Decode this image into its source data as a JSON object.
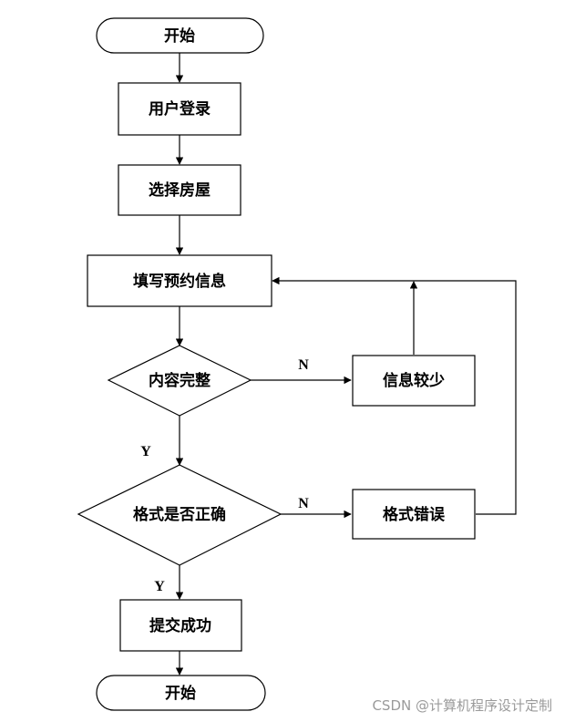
{
  "nodes": {
    "start": "开始",
    "login": "用户登录",
    "select_house": "选择房屋",
    "fill_info": "填写预约信息",
    "content_complete": "内容完整",
    "info_less": "信息较少",
    "format_correct": "格式是否正确",
    "format_error": "格式错误",
    "submit_success": "提交成功",
    "end": "开始"
  },
  "edge_labels": {
    "complete_no": "N",
    "complete_yes": "Y",
    "format_no": "N",
    "format_yes": "Y"
  },
  "watermark": "CSDN @计算机程序设计定制",
  "colors": {
    "stroke": "#000000",
    "watermark": "#9a9a9a"
  }
}
